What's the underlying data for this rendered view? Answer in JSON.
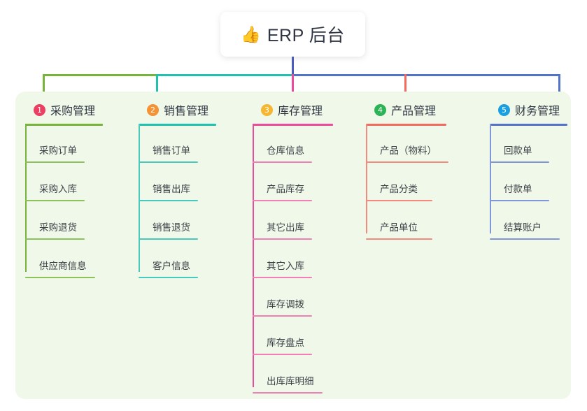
{
  "root": {
    "icon": "thumbs-up-emoji",
    "emoji": "👍",
    "title": "ERP 后台"
  },
  "theme": {
    "page_background": "#ffffff",
    "panel_background": "#eff8e9",
    "card_background": "#ffffff",
    "title_color": "#2f3542",
    "leaf_color": "#3b3f46",
    "root_stem_color": "#4a5bc4"
  },
  "columns": [
    {
      "index": "1",
      "title": "采购管理",
      "badge_color": "#ec3f62",
      "line_color": "#78b43c",
      "items": [
        "采购订单",
        "采购入库",
        "采购退货",
        "供应商信息"
      ]
    },
    {
      "index": "2",
      "title": "销售管理",
      "badge_color": "#f59233",
      "line_color": "#1fc2ae",
      "items": [
        "销售订单",
        "销售出库",
        "销售退货",
        "客户信息"
      ]
    },
    {
      "index": "3",
      "title": "库存管理",
      "badge_color": "#f5b731",
      "line_color": "#ec4a9b",
      "items": [
        "仓库信息",
        "产品库存",
        "其它出库",
        "其它入库",
        "库存调拨",
        "库存盘点",
        "出库库明细"
      ]
    },
    {
      "index": "4",
      "title": "产品管理",
      "badge_color": "#2bb355",
      "line_color": "#f26a5e",
      "items": [
        "产品（物料）",
        "产品分类",
        "产品单位"
      ]
    },
    {
      "index": "5",
      "title": "财务管理",
      "badge_color": "#1aa0e0",
      "line_color": "#5273c8",
      "items": [
        "回款单",
        "付款单",
        "结算账户"
      ]
    }
  ],
  "connectors": {
    "bus_segments": [
      {
        "name": "green-segment",
        "color": "#78b43c"
      },
      {
        "name": "teal-segment",
        "color": "#1fc2ae"
      },
      {
        "name": "blue-segment",
        "color": "#5273c8"
      }
    ]
  }
}
